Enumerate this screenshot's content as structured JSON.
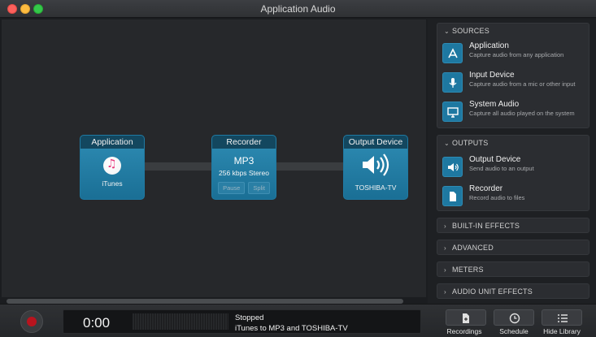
{
  "window": {
    "title": "Application Audio"
  },
  "pipeline": {
    "application": {
      "header": "Application",
      "label": "iTunes"
    },
    "recorder": {
      "header": "Recorder",
      "format": "MP3",
      "quality": "256 kbps Stereo",
      "pause_label": "Pause",
      "split_label": "Split"
    },
    "output": {
      "header": "Output Device",
      "label": "TOSHIBA-TV"
    }
  },
  "panel": {
    "sources": {
      "header": "SOURCES",
      "items": [
        {
          "title": "Application",
          "desc": "Capture audio from any application",
          "icon": "app-store-icon"
        },
        {
          "title": "Input Device",
          "desc": "Capture audio from a mic or other input",
          "icon": "microphone-icon"
        },
        {
          "title": "System Audio",
          "desc": "Capture all audio played on the system",
          "icon": "monitor-icon"
        }
      ]
    },
    "outputs": {
      "header": "OUTPUTS",
      "items": [
        {
          "title": "Output Device",
          "desc": "Send audio to an output",
          "icon": "speaker-icon"
        },
        {
          "title": "Recorder",
          "desc": "Record audio to files",
          "icon": "document-icon"
        }
      ]
    },
    "builtin_effects": "BUILT-IN EFFECTS",
    "advanced": "ADVANCED",
    "meters": "METERS",
    "audio_unit_effects": "AUDIO UNIT EFFECTS"
  },
  "toolbar": {
    "time": "0:00",
    "status": "Stopped",
    "status_detail": "iTunes to MP3 and TOSHIBA-TV",
    "recordings_label": "Recordings",
    "schedule_label": "Schedule",
    "hide_library_label": "Hide Library"
  },
  "colors": {
    "accent": "#1e78a1",
    "record": "#b8141e",
    "node_header": "#13475f"
  }
}
